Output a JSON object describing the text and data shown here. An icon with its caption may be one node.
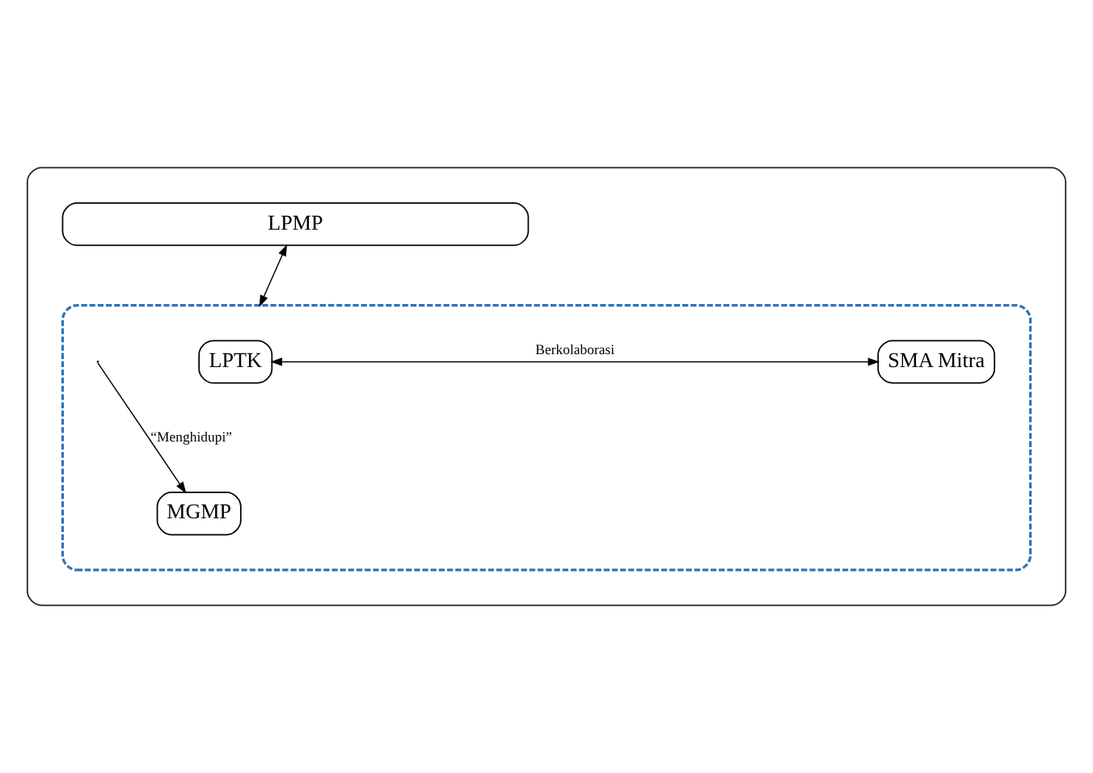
{
  "diagram": {
    "nodes": [
      {
        "text": [],
        "shape": "box"
      },
      {
        "text": [
          "LPMP"
        ],
        "in": 0
      },
      {
        "text": [],
        "shape": "box",
        "in": 0
      },
      {
        "text": [
          "LPTK"
        ],
        "in": 2
      },
      {
        "text": [
          "SMA Mitra"
        ],
        "in": 2
      },
      {
        "text": [
          "MGMP"
        ],
        "in": 2
      }
    ],
    "edges": [
      {
        "from": 1,
        "to": 2,
        "arrow": "both"
      },
      {
        "from": 3,
        "to": 4,
        "arrow": "both",
        "label": "Berkolaborasi"
      },
      {
        "from": null,
        "to": 5,
        "arrow": "to",
        "label": "“Menghidupi”"
      }
    ]
  }
}
